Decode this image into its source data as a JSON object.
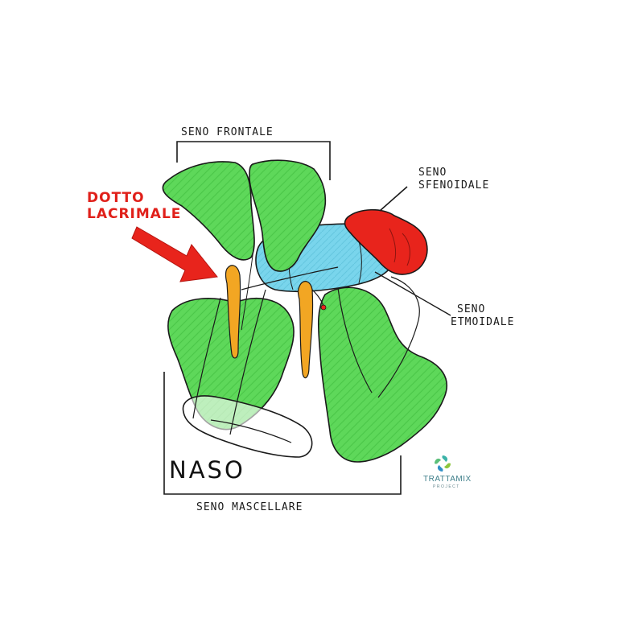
{
  "labels": {
    "seno_frontale": "SENO  FRONTALE",
    "dotto_lacrimale_line1": "DOTTO",
    "dotto_lacrimale_line2": "LACRIMALE",
    "seno_sfenoidale_line1": "SENO",
    "seno_sfenoidale_line2": "SFENOIDALE",
    "seno_etmoidale_line1": "SENO",
    "seno_etmoidale_line2": "ETMOIDALE",
    "naso": "NASO",
    "seno_mascellare": "SENO  MASCELLARE"
  },
  "logo": {
    "name": "TRATTAMIX",
    "subtitle": "PROJECT"
  },
  "colors": {
    "frontal_maxillary_sinus": "#5ed85a",
    "ethmoid_sinus": "#76d3ea",
    "sphenoid_sinus": "#e8241c",
    "lacrimal_duct": "#f2a623",
    "arrow": "#e8241c",
    "outline": "#1a1a1a"
  }
}
